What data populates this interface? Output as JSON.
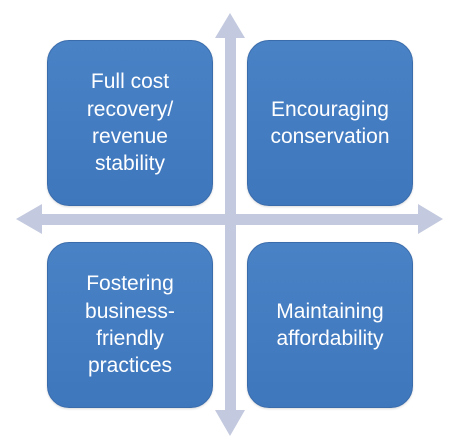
{
  "diagram": {
    "colors": {
      "box_fill": "#4a82c6",
      "box_text": "#ffffff",
      "axis": "#c3c9de"
    },
    "quadrants": {
      "top_left": "Full cost\nrecovery/\nrevenue\nstability",
      "top_right": "Encouraging\nconservation",
      "bottom_left": "Fostering\nbusiness-\nfriendly\npractices",
      "bottom_right": "Maintaining\naffordability"
    }
  }
}
